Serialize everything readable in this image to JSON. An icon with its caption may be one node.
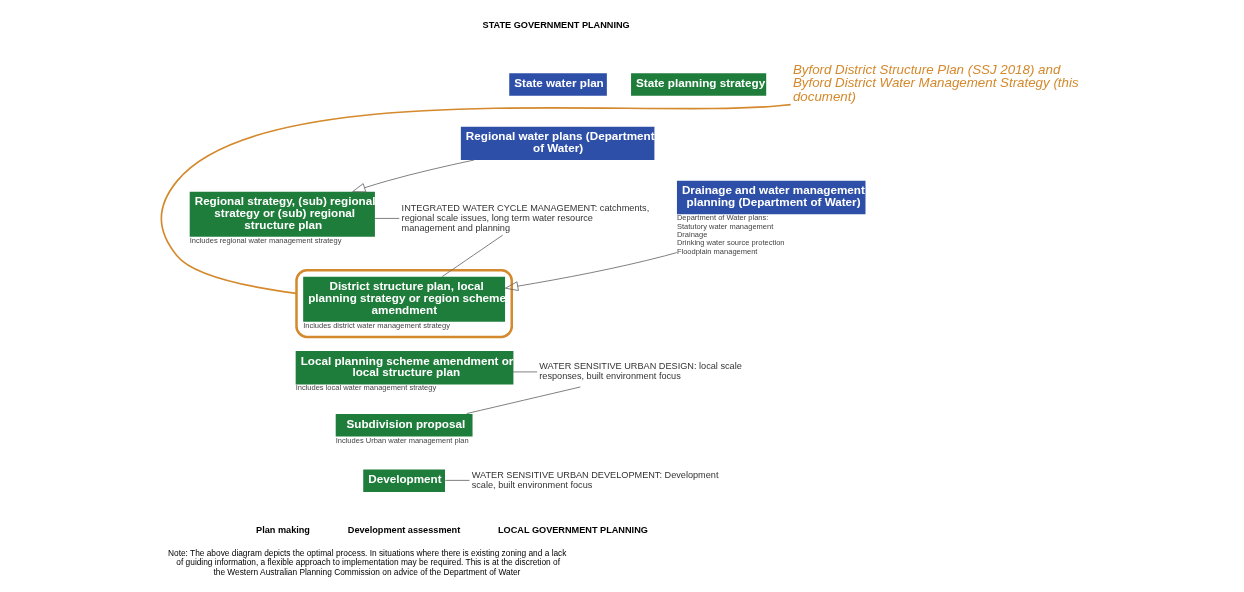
{
  "diagram": {
    "caption": "Note: The above diagram depicts the optimal process. In situations where there is existing zoning and a lack of guiding information, a flexible approach to implementation may be required. This is at the discretion of the Western Australian Planning Commission on advice of the Department of Water",
    "nodes": [
      {
        "text": [
          "State water plan"
        ]
      },
      {
        "text": [
          "State planning strategy"
        ]
      },
      {
        "text": [
          "Regional water plans (Department of Water)"
        ]
      },
      {
        "text": [
          "Regional strategy, (sub) regional strategy or (sub) regional structure plan"
        ],
        "beside": [
          "Includes regional water management strategy"
        ]
      },
      {
        "text": [],
        "shape": "ellipse"
      },
      {
        "text": [
          "District structure plan, local planning strategy or region scheme amendment"
        ],
        "in": 4,
        "beside": [
          "Includes district water management strategy"
        ]
      },
      {
        "text": [
          "Drainage and water management planning (Department of Water)"
        ],
        "beside": [
          "Department of Water plans:",
          "Statutory water management",
          "Drainage",
          "Drinking water source protection",
          "Floodplain management"
        ]
      },
      {
        "text": [
          "Local planning scheme amendment or local structure plan"
        ],
        "beside": [
          "Includes local water management strategy"
        ]
      },
      {
        "text": [
          "Subdivision proposal"
        ],
        "beside": [
          "Includes Urban water management plan"
        ]
      },
      {
        "text": [
          "Development"
        ]
      },
      {
        "text": [
          "INTEGRATED WATER CYCLE MANAGEMENT: catchments, regional scale issues, long term water resource management and planning"
        ]
      },
      {
        "text": [
          "WATER SENSITIVE URBAN DESIGN: local scale responses, built environment focus"
        ]
      },
      {
        "text": [
          "WATER SENSITIVE URBAN DEVELOPMENT: Development scale, built environment focus"
        ]
      },
      {
        "text": [
          "Byford District Structure Plan (SSJ 2018) and Byford District Water Management Strategy (this document)"
        ]
      }
    ],
    "edges": [
      {
        "from": 2,
        "to": 3,
        "arrow": "to"
      },
      {
        "from": 6,
        "to": 5,
        "arrow": "to"
      },
      {
        "from": 3,
        "to": 10,
        "arrow": "none"
      },
      {
        "from": 5,
        "to": 10,
        "arrow": "none"
      },
      {
        "from": 7,
        "to": 11,
        "arrow": "none"
      },
      {
        "from": 8,
        "to": 11,
        "arrow": "none"
      },
      {
        "from": 9,
        "to": 12,
        "arrow": "none"
      },
      {
        "from": 13,
        "to": 4,
        "arrow": "none",
        "color": "#d4892c"
      }
    ],
    "labels": [
      "STATE GOVERNMENT PLANNING",
      "Plan making",
      "Development assessment",
      "LOCAL GOVERNMENT PLANNING"
    ]
  }
}
